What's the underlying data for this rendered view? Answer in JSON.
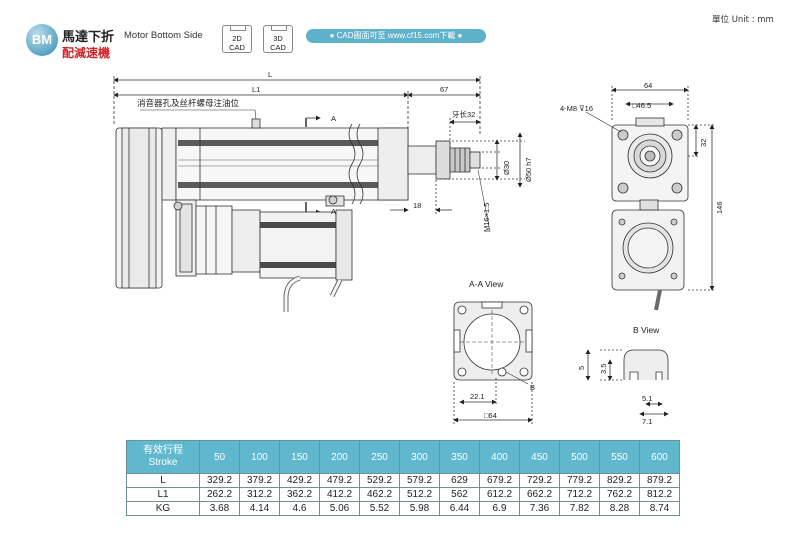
{
  "header": {
    "badge": "BM",
    "title_zh": "馬達下折",
    "title_en": "Motor Bottom Side",
    "subtitle_zh": "配減速機",
    "cad_2d": [
      "2D",
      "CAD"
    ],
    "cad_3d": [
      "3D",
      "CAD"
    ],
    "cad_banner": "● CAD圖面可至 www.cf15.com下載 ●",
    "unit": "單位 Unit : mm"
  },
  "drawing": {
    "dim_L": "L",
    "dim_L1": "L1",
    "dim_67": "67",
    "note_oil": "消音器孔及丝杆螺母注油位",
    "section_A_top": "A",
    "section_A_bottom": "A",
    "tooth_len": "牙长32",
    "dia_30": "Ø30",
    "dia_50": "Ø50 h7",
    "dim_18": "18",
    "thread": "M16×1.5",
    "dim_64": "64",
    "dim_46_5": "□46.5",
    "bolt": "4-M8 ⊽16",
    "dim_32": "32",
    "dim_146": "146",
    "aa_view": "A-A View",
    "b_mark": "B",
    "dim_22_1": "22.1",
    "dim_sq64": "□64",
    "b_view": "B View",
    "dim_5": "5",
    "dim_3_5": "3.5",
    "dim_5_1": "5.1",
    "dim_7_1": "7.1"
  },
  "table": {
    "header_zh": "有效行程",
    "header_en": "Stroke",
    "strokes": [
      "50",
      "100",
      "150",
      "200",
      "250",
      "300",
      "350",
      "400",
      "450",
      "500",
      "550",
      "600"
    ],
    "rows": [
      {
        "label": "L",
        "values": [
          "329.2",
          "379.2",
          "429.2",
          "479.2",
          "529.2",
          "579.2",
          "629",
          "679.2",
          "729.2",
          "779.2",
          "829.2",
          "879.2"
        ]
      },
      {
        "label": "L1",
        "values": [
          "262.2",
          "312.2",
          "362.2",
          "412.2",
          "462.2",
          "512.2",
          "562",
          "612.2",
          "662.2",
          "712.2",
          "762.2",
          "812.2"
        ]
      },
      {
        "label": "KG",
        "values": [
          "3.68",
          "4.14",
          "4.6",
          "5.06",
          "5.52",
          "5.98",
          "6.44",
          "6.9",
          "7.36",
          "7.82",
          "8.28",
          "8.74"
        ]
      }
    ]
  }
}
